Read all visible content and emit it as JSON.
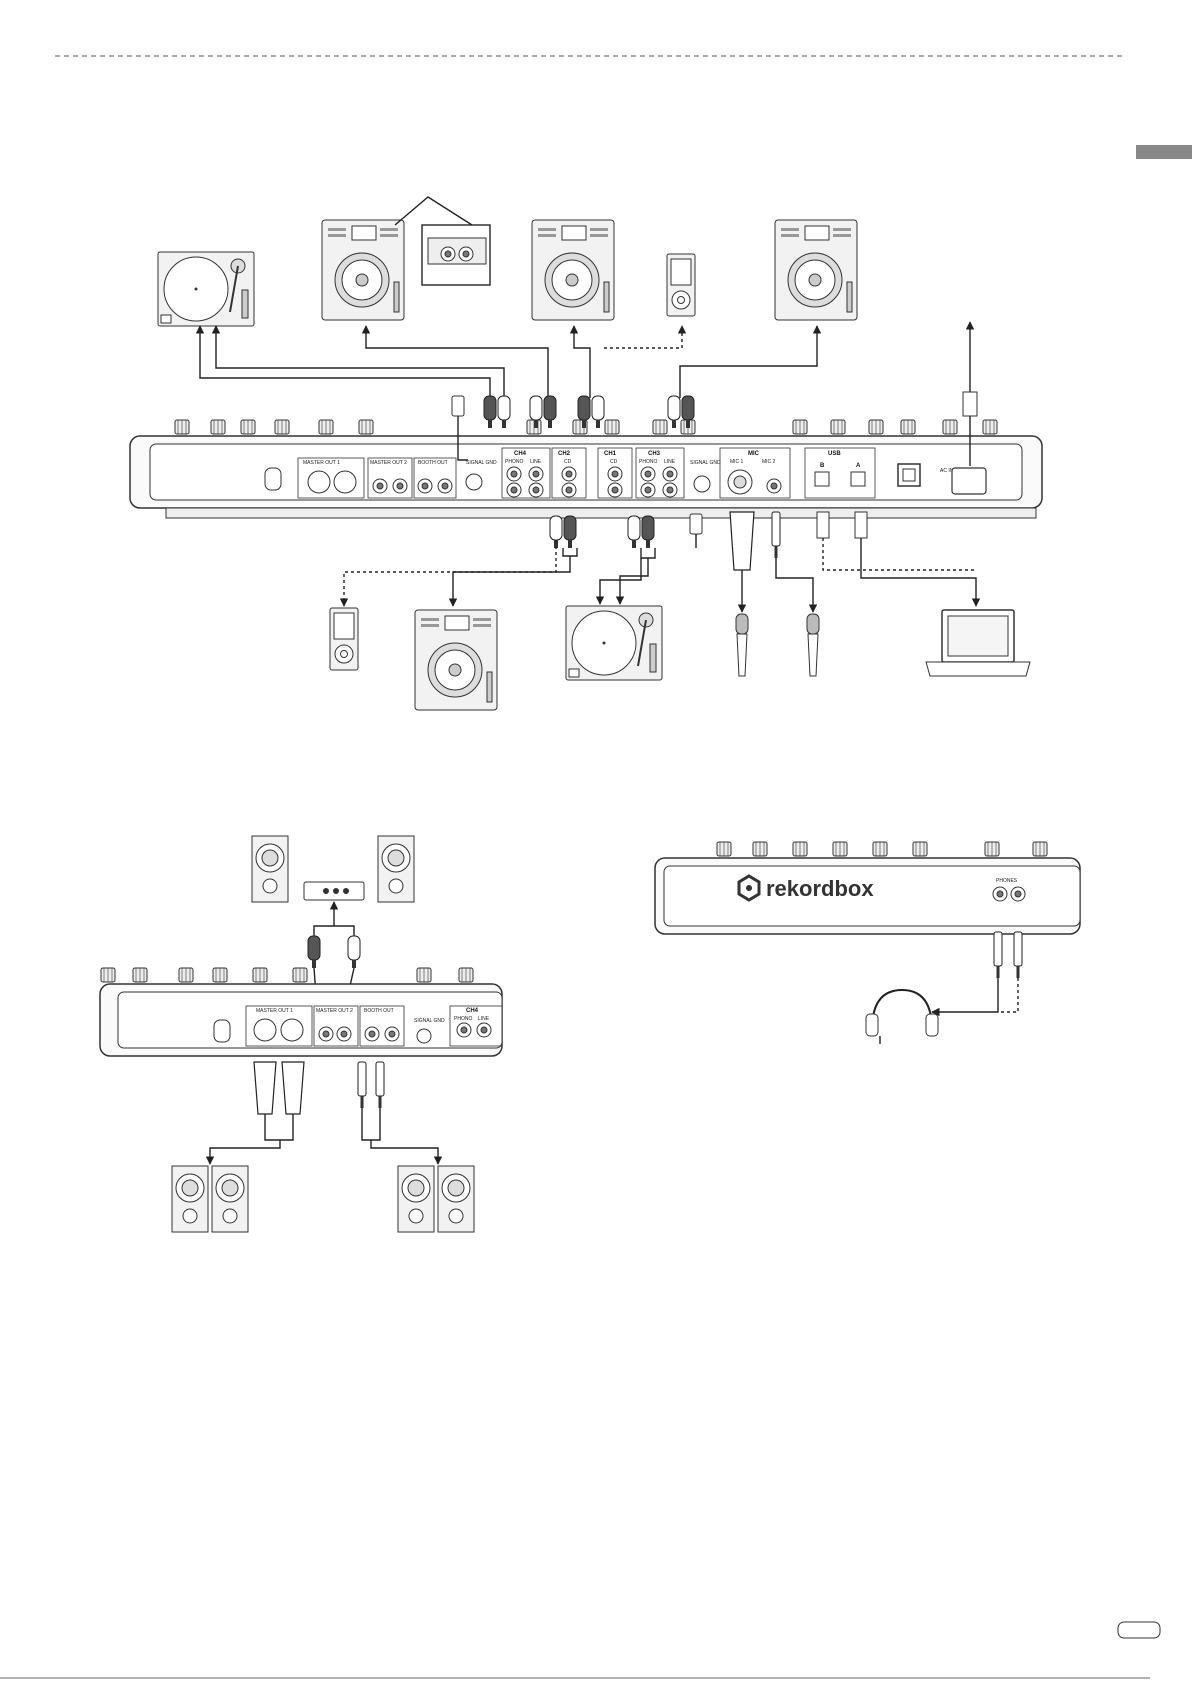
{
  "rear_panel": {
    "ch4": "CH4",
    "ch2": "CH2",
    "ch1": "CH1",
    "ch3": "CH3",
    "phono": "PHONO",
    "line": "LINE",
    "cd": "CD",
    "master_out1": "MASTER OUT 1",
    "master_out2": "MASTER OUT 2",
    "booth_out": "BOOTH OUT",
    "signal_gnd": "SIGNAL GND",
    "mic": "MIC",
    "mic1": "MIC 1",
    "mic2": "MIC 2",
    "usb": "USB",
    "usb_b": "B",
    "usb_a": "A",
    "ac_in": "AC IN"
  },
  "front_panel": {
    "brand": "rekordbox",
    "phones": "PHONES"
  },
  "footer": {
    "page_number": ""
  },
  "colors": {
    "line": "#222222",
    "plug_dark": "#555555",
    "panel": "#f2f2f2"
  }
}
